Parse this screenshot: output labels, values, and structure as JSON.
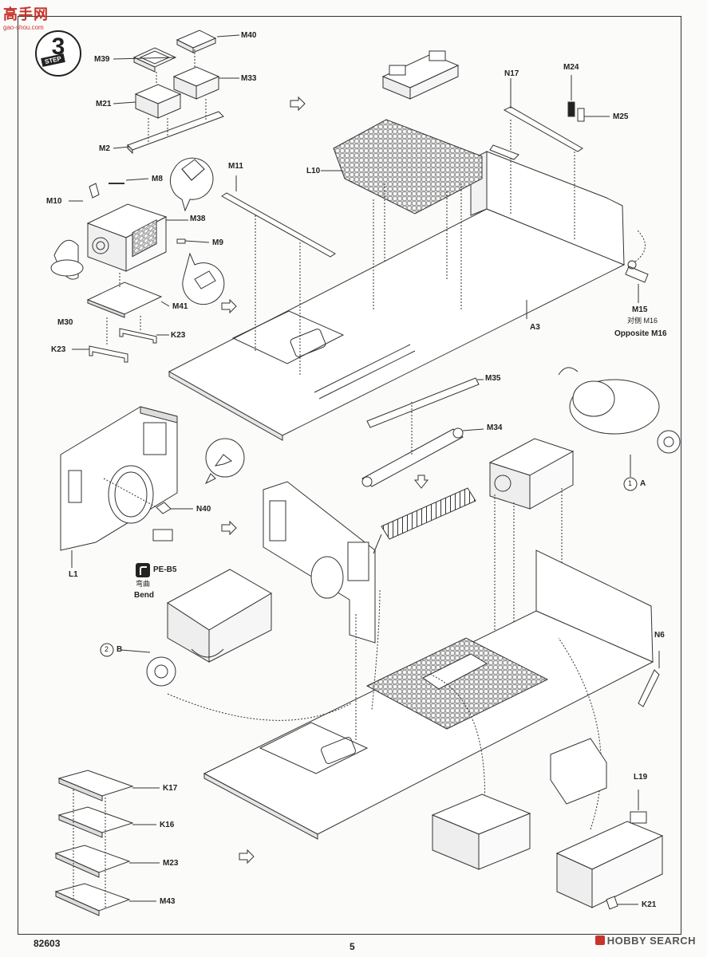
{
  "watermark": {
    "site_name": "高手网",
    "site_url": "gao-shou.com"
  },
  "step": {
    "number": "3",
    "word": "STEP"
  },
  "parts": {
    "M40": "M40",
    "M39": "M39",
    "M33": "M33",
    "M21": "M21",
    "M2": "M2",
    "M8": "M8",
    "M10": "M10",
    "M38": "M38",
    "M9": "M9",
    "M30": "M30",
    "M41": "M41",
    "K23a": "K23",
    "K23b": "K23",
    "M11": "M11",
    "L10": "L10",
    "N17": "N17",
    "M24": "M24",
    "M25": "M25",
    "M15": "M15",
    "M16_cn": "对侧 M16",
    "M16_en": "Opposite M16",
    "A3": "A3",
    "M35": "M35",
    "M34": "M34",
    "A_circle": "1",
    "A_label": "A",
    "N40": "N40",
    "L1": "L1",
    "PEB5": "PE-B5",
    "bend_cn": "弯曲",
    "bend_en": "Bend",
    "B_circle": "2",
    "B_label": "B",
    "N6": "N6",
    "K17": "K17",
    "K16": "K16",
    "M23": "M23",
    "M43": "M43",
    "L19": "L19",
    "K21": "K21"
  },
  "footer": {
    "kit_number": "82603",
    "page_number": "5",
    "brand": "HOBBY SEARCH"
  }
}
